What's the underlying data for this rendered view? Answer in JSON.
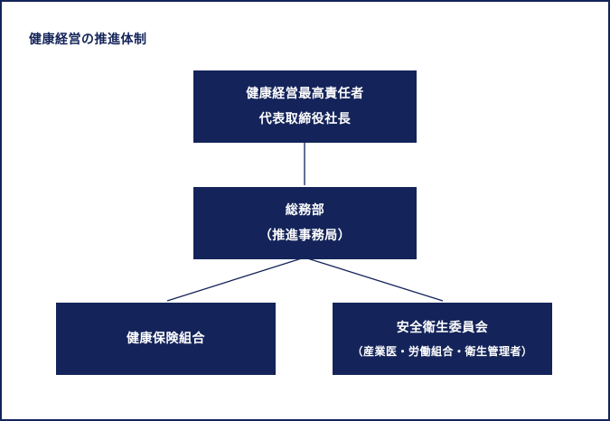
{
  "title": "健康経営の推進体制",
  "colors": {
    "box_fill": "#14245a",
    "box_text": "#ffffff",
    "line": "#14245a",
    "border": "#14245a"
  },
  "nodes": {
    "ceo": {
      "line1": "健康経営最高責任者",
      "line2": "代表取締役社長"
    },
    "general_affairs": {
      "line1": "総務部",
      "line2": "（推進事務局）"
    },
    "health_insurance": {
      "line1": "健康保険組合"
    },
    "safety_committee": {
      "line1": "安全衛生委員会",
      "line2": "（産業医・労働組合・衛生管理者）"
    }
  }
}
